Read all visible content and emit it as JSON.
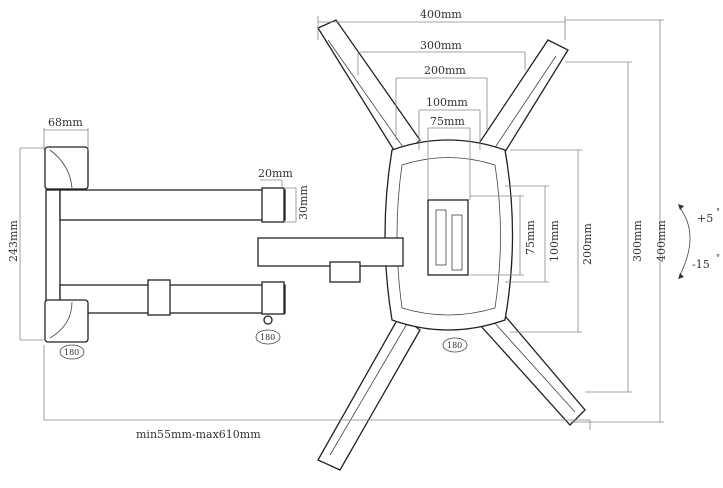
{
  "title": "TV wall mount dimensions",
  "horizontal_dims": [
    "400mm",
    "300mm",
    "200mm",
    "100mm",
    "75mm"
  ],
  "vertical_dims": [
    "75mm",
    "100mm",
    "200mm",
    "300mm",
    "400mm"
  ],
  "arm": {
    "depth": "68mm",
    "height": "243mm",
    "clip_width": "20mm",
    "clip_height": "30mm",
    "extension": "min55mm-max610mm"
  },
  "rotation": {
    "wall": "180",
    "arm": "180",
    "plate": "180"
  },
  "tilt": {
    "up": "+5",
    "down": "-15",
    "unit": "°"
  }
}
